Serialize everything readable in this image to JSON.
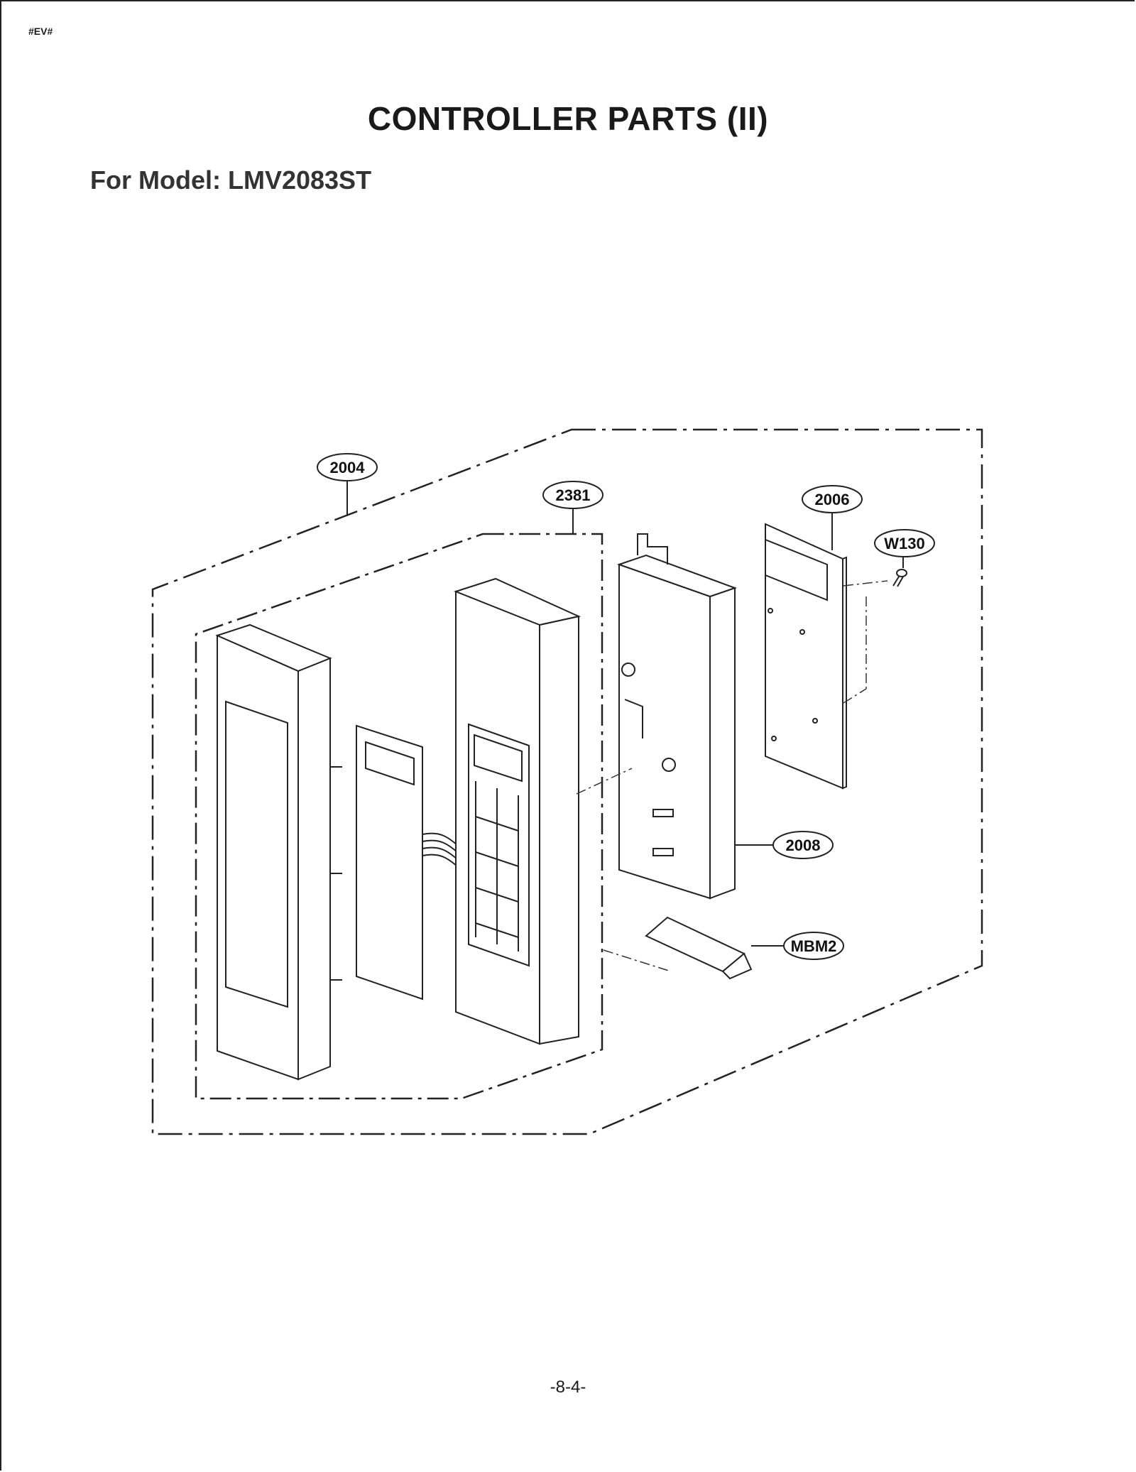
{
  "header": {
    "tag": "#EV#"
  },
  "page": {
    "title": "CONTROLLER PARTS (II)",
    "subtitle": "For Model: LMV2083ST",
    "page_number": "-8-4-"
  },
  "callouts": {
    "c2004": "2004",
    "c2381": "2381",
    "c2006": "2006",
    "cW130": "W130",
    "c2008": "2008",
    "cMBM2": "MBM2"
  },
  "colors": {
    "line": "#222222",
    "panel_fill": "#ffffff"
  }
}
